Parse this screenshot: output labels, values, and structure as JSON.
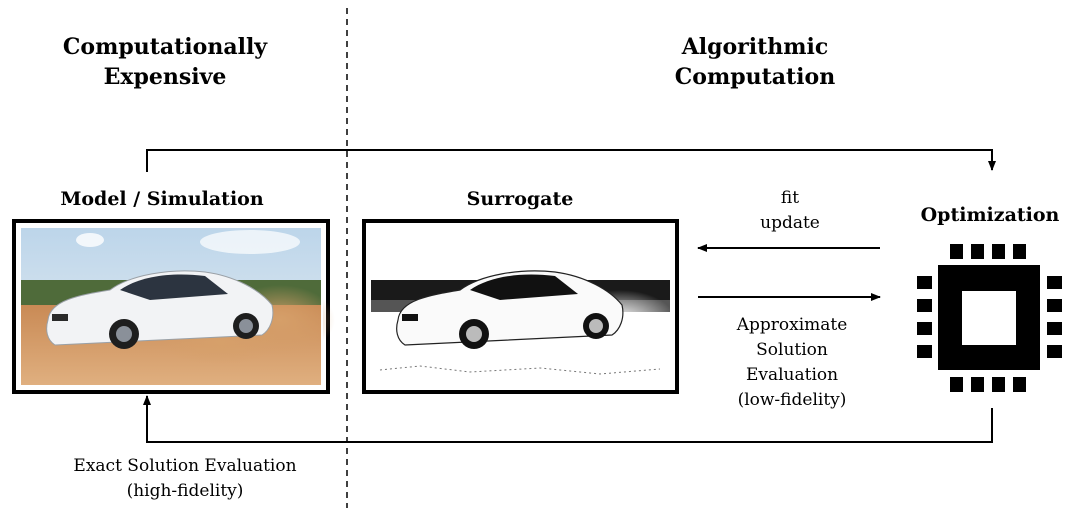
{
  "headings": {
    "left": "Computationally\nExpensive",
    "right": "Algorithmic\nComputation"
  },
  "nodes": {
    "model": {
      "label": "Model / Simulation",
      "image": "car-photo-color"
    },
    "surrogate": {
      "label": "Surrogate",
      "image": "car-photo-sketch"
    },
    "optimization": {
      "label": "Optimization",
      "icon": "cpu-chip-icon"
    }
  },
  "edges": {
    "fit_update": "fit\nupdate",
    "approximate": "Approximate\nSolution\nEvaluation\n(low-fidelity)",
    "exact": "Exact Solution Evaluation\n(high-fidelity)"
  }
}
